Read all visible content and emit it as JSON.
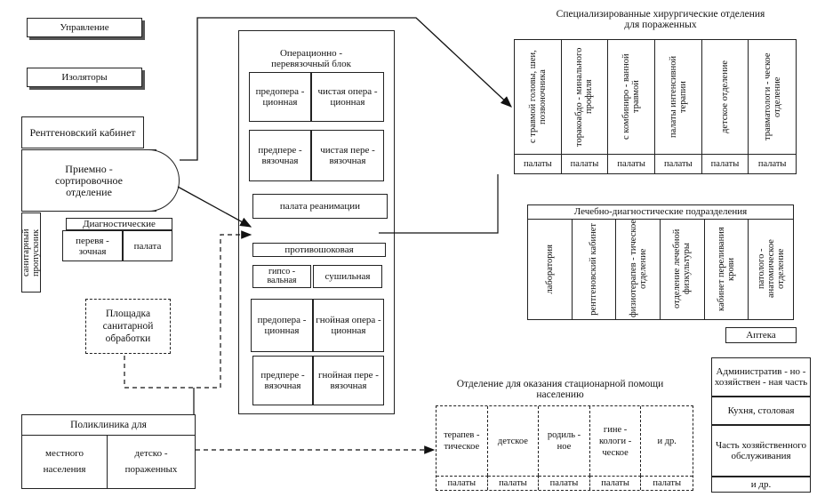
{
  "left": {
    "management": "Управление",
    "isolators": "Изоляторы",
    "xray": "Рентгеновский кабинет",
    "admission": "Приемно - сортировочное отделение",
    "sanitary_pass": "санитарный пропускник",
    "diagnostic": "Диагностические",
    "dressing": "перевя - зочная",
    "ward": "палата",
    "sanitation_area": "Площадка санитарной обработки"
  },
  "center": {
    "op_block_title": "Операционно - перевязочный блок",
    "preop": "предопера - ционная",
    "clean_op": "чистая опера - ционная",
    "predress": "предпере - вязочная",
    "clean_dress": "чистая пере - вязочная",
    "reanimation": "палата реанимации",
    "antishock": "противошоковая",
    "plaster": "гипсо - вальная",
    "drying": "сушильная",
    "preop2": "предопера - ционная",
    "purulent_op": "гнойная опера - ционная",
    "predress2": "предпере - вязочная",
    "purulent_dress": "гнойная пере - вязочная"
  },
  "surgical": {
    "title": "Специализированные хирургические отделения для пораженных",
    "departments": [
      "с травмой головы, шеи, позвоночника",
      "торакоабдо - минального профиля",
      "с комбиниро - ванной травмой",
      "палаты интенсивной терапии",
      "детское отделение",
      "травматологи - ческое отделение"
    ],
    "footers": [
      "палаты",
      "палаты",
      "палаты",
      "палаты",
      "палаты",
      "палаты"
    ]
  },
  "diagnostic_units": {
    "title": "Лечебно-диагностические подразделения",
    "units": [
      "лаборатория",
      "рентгеновский кабинет",
      "физиотерапев - тическое отделение",
      "отделение лечебной физкультуры",
      "кабинет переливания крови",
      "патолого - анатомическое отделение"
    ]
  },
  "pharmacy": "Аптека",
  "admin": {
    "admin_part": "Административ - но - хозяйствен - ная часть",
    "kitchen": "Кухня, столовая",
    "service": "Часть хозяйственного обслуживания",
    "etc": "и др."
  },
  "polyclinic": {
    "title": "Поликлиника для",
    "local": "местного населения",
    "children": "детско - пораженных"
  },
  "inpatient": {
    "title": "Отделение для оказания стационарной помощи населению",
    "departments": [
      "терапев - тическое",
      "детское",
      "родиль - ное",
      "гине - кологи - ческое",
      "и др."
    ],
    "footers": [
      "палаты",
      "палаты",
      "палаты",
      "палаты",
      "палаты"
    ]
  }
}
